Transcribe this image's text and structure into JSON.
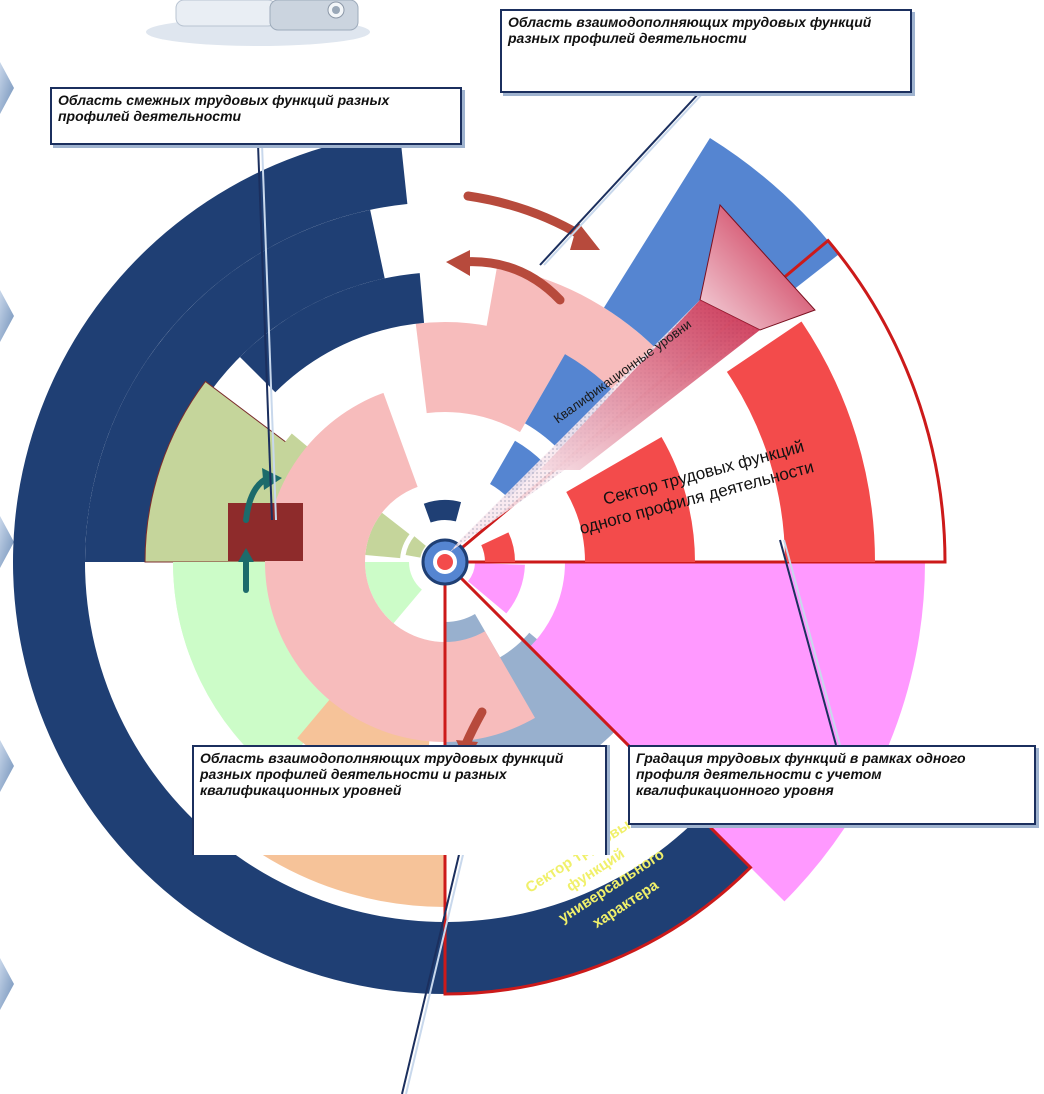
{
  "callouts": {
    "top_right": "Область взаимодополняющих трудовых функций разных профилей деятельности",
    "top_left": "Область смежных трудовых функций разных профилей деятельности",
    "bottom_left": "Область взаимодополняющих трудовых функций разных профилей деятельности и разных квалификационных уровней",
    "bottom_right": "Градация трудовых функций в рамках одного профиля деятельности с учетом квалификационного уровня"
  },
  "sector_labels": {
    "qualification_levels": "Квалификационные уровни",
    "single_profile_line1": "Сектор трудовых функций",
    "single_profile_line2": "одного профиля деятельности",
    "universal_line1": "Сектор трудовых",
    "universal_line2": "функций",
    "universal_line3": "универсального",
    "universal_line4": "характера"
  },
  "colors": {
    "navy": "#1f3f74",
    "blue": "#5585d1",
    "pink": "#f7bcbc",
    "red": "#f34b4b",
    "olive": "#c5d59b",
    "mint": "#ccfcc8",
    "peach": "#f6c399",
    "grayblue": "#98b0ce",
    "magenta": "#ff99ff",
    "brown": "#8e2b2b",
    "arrow": "#b74a3c",
    "teal": "#1c6b6b",
    "yellow_text": "#f0f06a",
    "outline_red": "#cc1a1a"
  },
  "icons": [
    "camera-icon",
    "side-tab-icon"
  ]
}
